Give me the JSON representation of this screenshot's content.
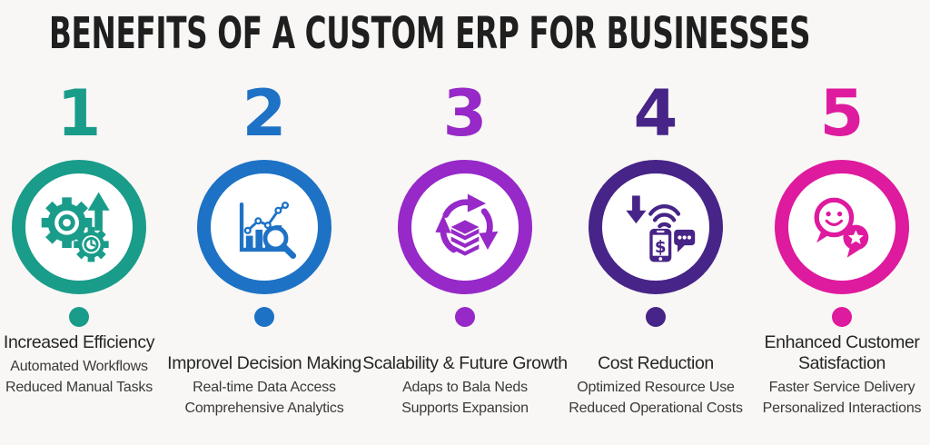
{
  "title": "BENEFITS OF A CUSTOM ERP FOR BUSINESSES",
  "colors": {
    "background": "#f8f7f5",
    "title": "#1f1f1f",
    "heading_text": "#262626",
    "sub_text": "#3a3a3a"
  },
  "items": [
    {
      "number": "1",
      "color": "#1a9c8a",
      "icon": "gears-arrow-clock-icon",
      "heading": "Increased Efficiency",
      "lines": [
        "Automated Workflows",
        "Reduced Manual Tasks"
      ]
    },
    {
      "number": "2",
      "color": "#1e72c5",
      "icon": "bar-chart-magnifier-icon",
      "heading": "Improvel Decision Making",
      "lines": [
        "Real-time Data Access",
        "Comprehensive Analytics"
      ]
    },
    {
      "number": "3",
      "color": "#9629c8",
      "icon": "cycle-arrows-database-icon",
      "heading": "Scalability & Future Growth",
      "lines": [
        "Adaps to Bala Neds",
        "Supports Expansion"
      ]
    },
    {
      "number": "4",
      "color": "#472487",
      "icon": "phone-dollar-wifi-chat-icon",
      "heading": "Cost Reduction",
      "lines": [
        "Optimized Resource Use",
        "Reduced Operational Costs"
      ]
    },
    {
      "number": "5",
      "color": "#de1a9e",
      "icon": "smiley-star-chat-bubbles-icon",
      "heading": "Enhanced Customer Satisfaction",
      "lines": [
        "Faster Service Delivery",
        "Personalized Interactions"
      ]
    }
  ]
}
